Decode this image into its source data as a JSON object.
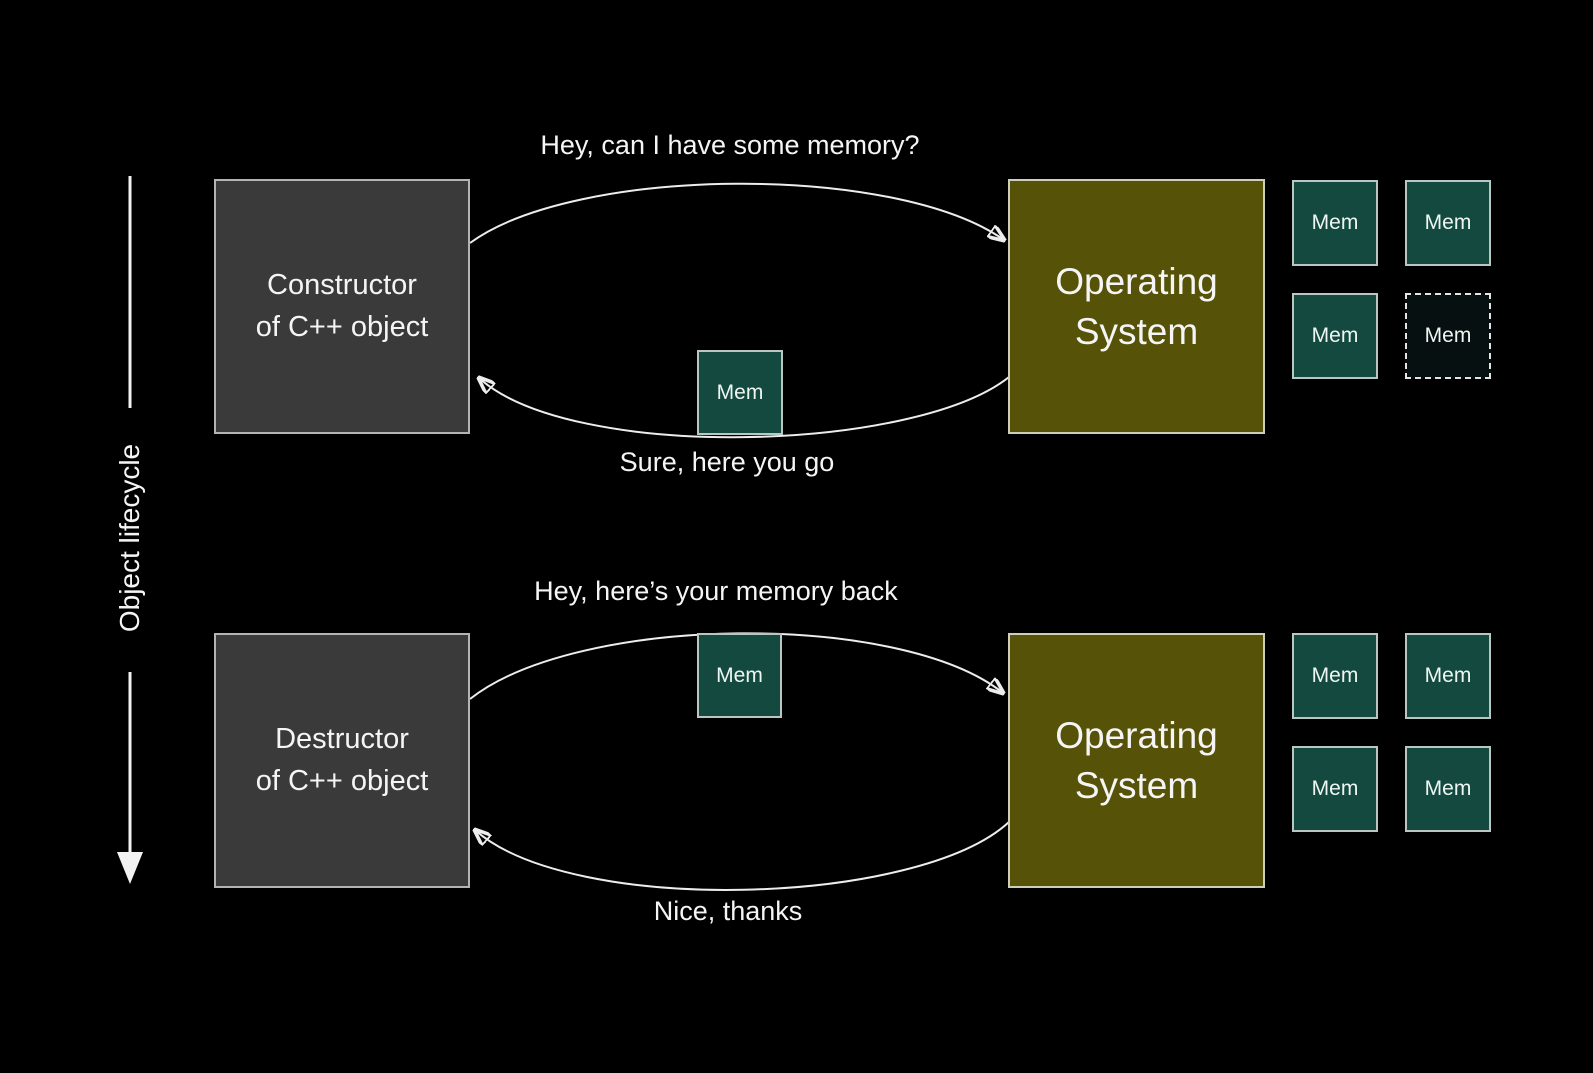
{
  "colors": {
    "background": "#000000",
    "object_box_fill": "#3a3a3a",
    "object_box_border": "#b4b4b4",
    "os_box_fill": "#565208",
    "os_box_border": "#cfceb8",
    "mem_fill": "#14493f",
    "mem_border": "#b9c6c2",
    "mem_freed_fill": "#071010",
    "arrow": "#ededed",
    "text": "#f5f5f5"
  },
  "axis": {
    "label": "Object lifecycle"
  },
  "top": {
    "left_box": {
      "line1": "Constructor",
      "line2": "of C++ object"
    },
    "right_box": {
      "line1": "Operating",
      "line2": "System"
    },
    "request_label": "Hey, can I have some memory?",
    "response_label": "Sure, here you go",
    "transfer_mem_label": "Mem",
    "mem_grid": [
      {
        "label": "Mem",
        "state": "allocated"
      },
      {
        "label": "Mem",
        "state": "allocated"
      },
      {
        "label": "Mem",
        "state": "allocated"
      },
      {
        "label": "Mem",
        "state": "given-away"
      }
    ]
  },
  "bottom": {
    "left_box": {
      "line1": "Destructor",
      "line2": "of C++ object"
    },
    "right_box": {
      "line1": "Operating",
      "line2": "System"
    },
    "request_label": "Hey, here’s your memory back",
    "response_label": "Nice, thanks",
    "transfer_mem_label": "Mem",
    "mem_grid": [
      {
        "label": "Mem",
        "state": "allocated"
      },
      {
        "label": "Mem",
        "state": "allocated"
      },
      {
        "label": "Mem",
        "state": "allocated"
      },
      {
        "label": "Mem",
        "state": "allocated"
      }
    ]
  }
}
